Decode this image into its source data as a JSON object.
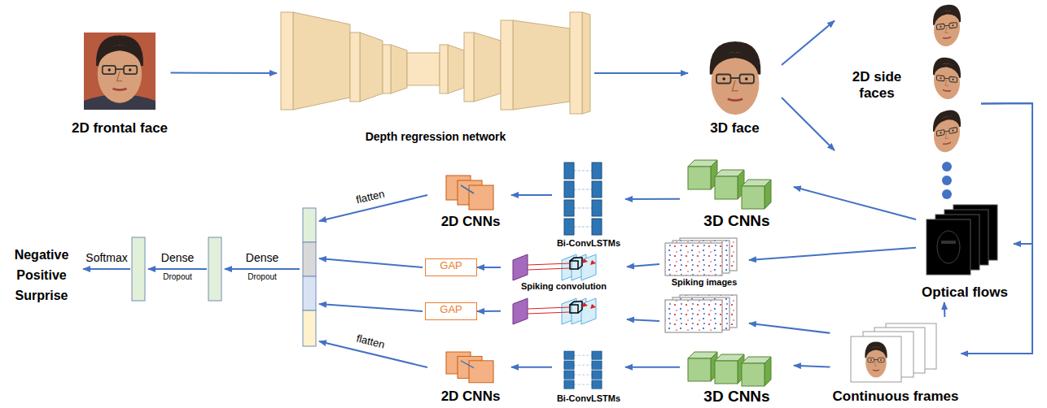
{
  "diagram": {
    "nodes": [
      {
        "text": [
          "2D frontal face"
        ]
      },
      {
        "text": [
          "Depth regression network"
        ]
      },
      {
        "text": [
          "3D face"
        ]
      },
      {
        "text": [
          "2D side faces"
        ]
      },
      {
        "text": [
          "Optical flows"
        ]
      },
      {
        "text": [
          "Continuous frames"
        ]
      },
      {
        "text": [
          "3D CNNs"
        ]
      },
      {
        "text": [
          "Bi-ConvLSTMs"
        ]
      },
      {
        "text": [
          "2D CNNs"
        ]
      },
      {
        "text": [
          "Spiking images"
        ]
      },
      {
        "text": [
          "Spiking convolution"
        ]
      },
      {
        "text": [
          "GAP"
        ]
      },
      {
        "text": [
          "GAP"
        ]
      },
      {
        "text": [
          "3D CNNs"
        ]
      },
      {
        "text": [
          "Bi-ConvLSTMs"
        ]
      },
      {
        "text": [
          "2D CNNs"
        ]
      },
      {
        "text": [
          "Negative",
          "Positive",
          "Surprise"
        ]
      }
    ],
    "edges": [
      {
        "from": 0,
        "to": 1,
        "arrow": "to"
      },
      {
        "from": 1,
        "to": 2,
        "arrow": "to"
      },
      {
        "from": 2,
        "to": 3,
        "arrow": "to"
      },
      {
        "from": 3,
        "to": 4,
        "arrow": "to"
      },
      {
        "from": 3,
        "to": 5,
        "arrow": "to"
      },
      {
        "from": 5,
        "to": 4,
        "arrow": "to"
      },
      {
        "from": 4,
        "to": 6,
        "arrow": "to"
      },
      {
        "from": 4,
        "to": 9,
        "arrow": "to"
      },
      {
        "from": 5,
        "to": 9,
        "arrow": "to"
      },
      {
        "from": 5,
        "to": 13,
        "arrow": "to"
      },
      {
        "from": 6,
        "to": 7,
        "arrow": "to"
      },
      {
        "from": 7,
        "to": 8,
        "arrow": "to"
      },
      {
        "from": 9,
        "to": 10,
        "arrow": "to"
      },
      {
        "from": 10,
        "to": 11,
        "arrow": "to"
      },
      {
        "from": 10,
        "to": 12,
        "arrow": "to"
      },
      {
        "from": 13,
        "to": 14,
        "arrow": "to"
      },
      {
        "from": 14,
        "to": 15,
        "arrow": "to"
      }
    ],
    "labels": [
      "flatten",
      "flatten",
      "Dense",
      "Dropout",
      "Dense",
      "Dropout",
      "Softmax"
    ]
  }
}
